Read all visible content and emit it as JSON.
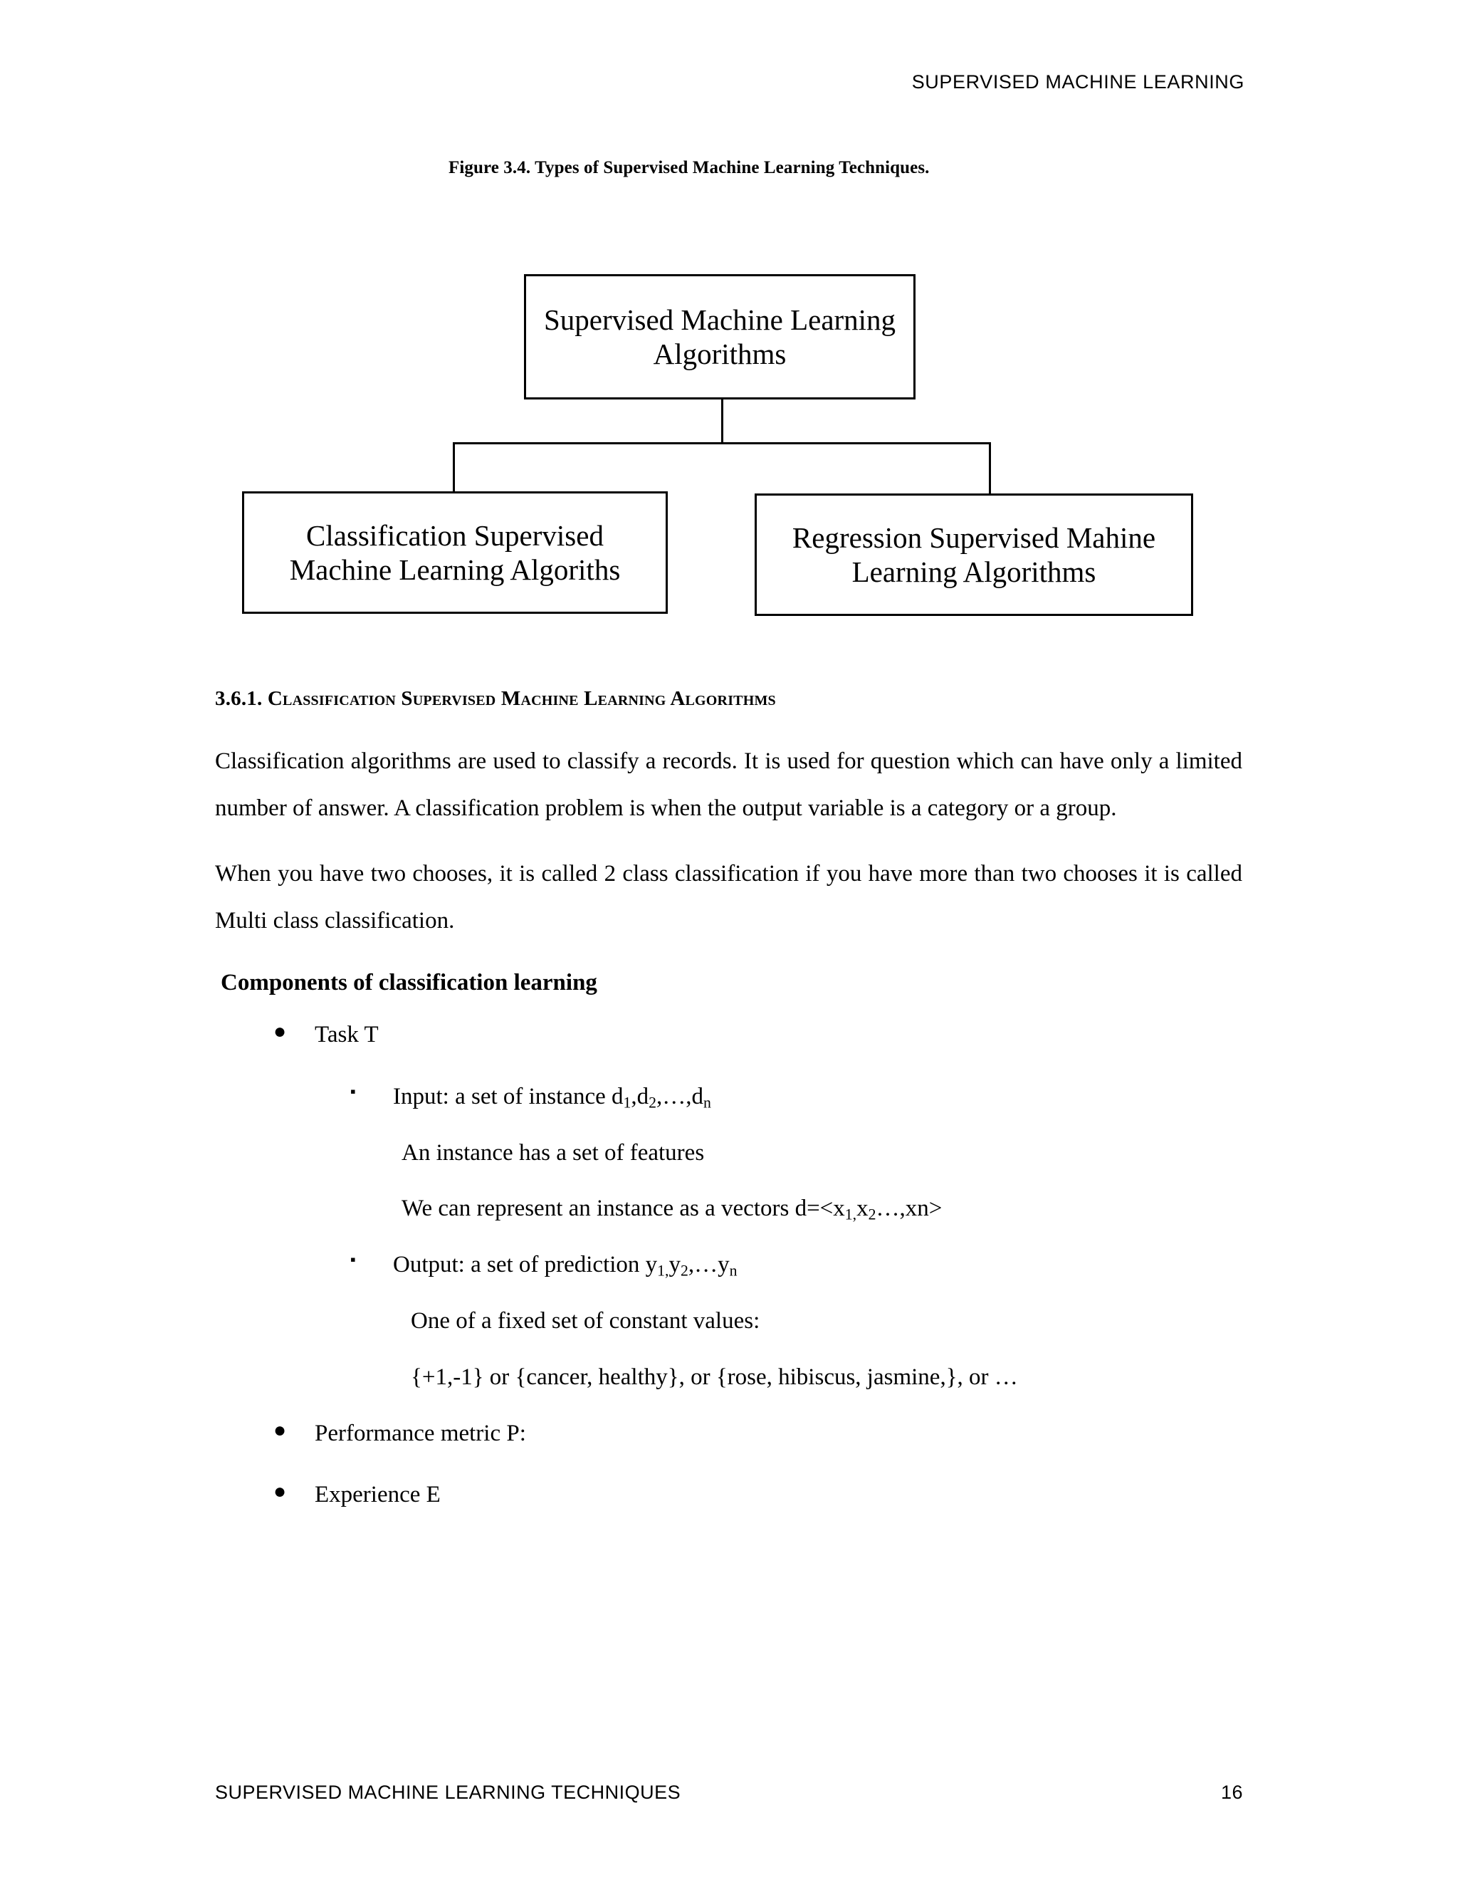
{
  "header": {
    "running_title": "SUPERVISED MACHINE LEARNING"
  },
  "figure": {
    "caption": "Figure 3.4. Types of Supervised Machine Learning Techniques.",
    "nodes": {
      "root": "Supervised Machine Learning Algorithms",
      "left": "Classification Supervised Machine Learning Algoriths",
      "right": "Regression Supervised Mahine Learning Algorithms"
    }
  },
  "section": {
    "heading": "3.6.1. Classification Supervised Machine Learning Algorithms",
    "paragraphs": [
      "Classification algorithms are used to classify a records. It is used for question which can have only a limited number of answer. A classification problem is when the output variable is a category or a group.",
      "When you have two chooses, it is called 2 class classification if you have more than two chooses it is called Multi class classification."
    ],
    "subheading": "Components of classification learning",
    "bullets": {
      "task": "Task T",
      "input_label": "Input: a set of instance d",
      "input_sub1": "1",
      "input_mid": ",d",
      "input_sub2": "2",
      "input_tail": ",…,d",
      "input_subn": "n",
      "features_line": "An instance has a set of features",
      "vector_label": "We can represent an instance as a vectors d=<x",
      "vector_sub1": "1,",
      "vector_mid": "x",
      "vector_sub2": "2",
      "vector_tail": "…,xn>",
      "output_label": "Output: a set of prediction y",
      "output_sub1": "1,",
      "output_mid": "y",
      "output_sub2": "2",
      "output_tail": ",…y",
      "output_subn": "n",
      "constant_values_line": "One of a fixed set of constant values:",
      "examples_line": "{+1,-1} or {cancer, healthy}, or {rose, hibiscus, jasmine,}, or …",
      "performance": "Performance metric P:",
      "experience": "Experience E"
    },
    "markers": {
      "disc": "●",
      "square": "▪"
    }
  },
  "footer": {
    "left": "SUPERVISED MACHINE LEARNING TECHNIQUES",
    "page_number": "16"
  }
}
